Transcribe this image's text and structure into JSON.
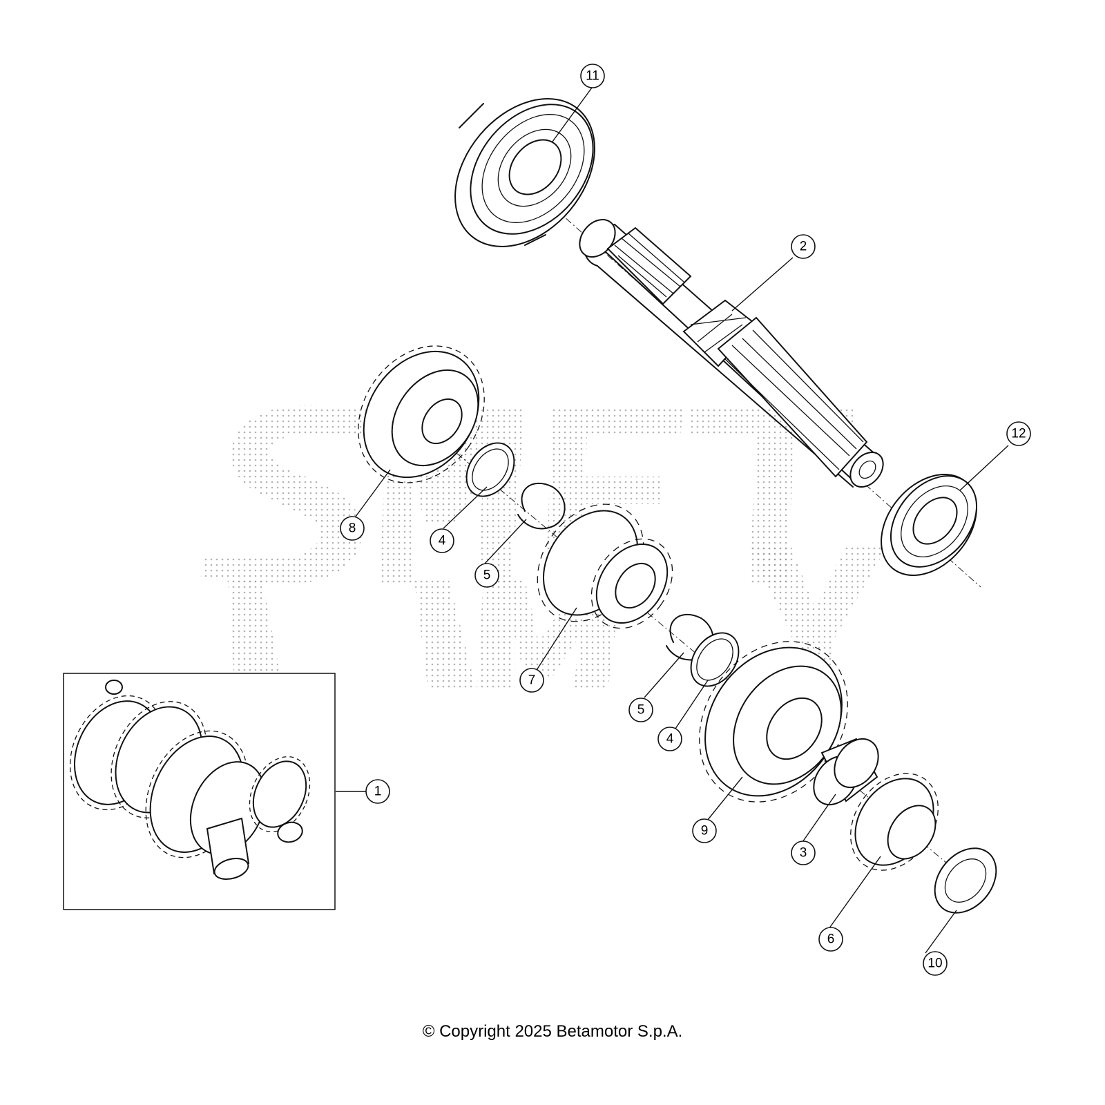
{
  "diagram": {
    "callouts": [
      {
        "id": "c11",
        "label": "11"
      },
      {
        "id": "c2",
        "label": "2"
      },
      {
        "id": "c12",
        "label": "12"
      },
      {
        "id": "c8",
        "label": "8"
      },
      {
        "id": "c4a",
        "label": "4"
      },
      {
        "id": "c5a",
        "label": "5"
      },
      {
        "id": "c7",
        "label": "7"
      },
      {
        "id": "c5b",
        "label": "5"
      },
      {
        "id": "c4b",
        "label": "4"
      },
      {
        "id": "c9",
        "label": "9"
      },
      {
        "id": "c3",
        "label": "3"
      },
      {
        "id": "c6",
        "label": "6"
      },
      {
        "id": "c10",
        "label": "10"
      },
      {
        "id": "c1",
        "label": "1"
      }
    ]
  },
  "footer": {
    "copyright": "© Copyright 2025 Betamotor S.p.A."
  }
}
